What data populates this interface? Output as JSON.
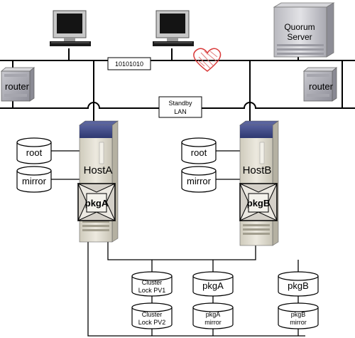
{
  "network": {
    "data_lan_label": "10101010",
    "standby_lan_label_line1": "Standby",
    "standby_lan_label_line2": "LAN"
  },
  "quorum_server": {
    "label_line1": "Quorum",
    "label_line2": "Server"
  },
  "routers": {
    "left_label": "router",
    "right_label": "router"
  },
  "hosts": {
    "a": {
      "name": "HostA",
      "package": "pkgA",
      "disk_root": "root",
      "disk_mirror": "mirror"
    },
    "b": {
      "name": "HostB",
      "package": "pkgB",
      "disk_root": "root",
      "disk_mirror": "mirror"
    }
  },
  "shared_storage": {
    "cluster_lock_pv1_line1": "Cluster",
    "cluster_lock_pv1_line2": "Lock PV1",
    "cluster_lock_pv2_line1": "Cluster",
    "cluster_lock_pv2_line2": "Lock PV2",
    "pkga_disk": "pkgA",
    "pkga_mirror_line1": "pkgA",
    "pkga_mirror_line2": "mirror",
    "pkgb_disk": "pkgB",
    "pkgb_mirror_line1": "pkgB",
    "pkgb_mirror_line2": "mirror"
  },
  "colors": {
    "heartbeat": "#d93a3a",
    "server_body": "#e4e1d6",
    "server_top": "#3f4a86",
    "line": "#000000"
  },
  "icons": {
    "workstation": "computer-icon",
    "heartbeat": "heart-icon",
    "router": "router-icon",
    "server": "server-icon",
    "disk": "disk-icon"
  }
}
